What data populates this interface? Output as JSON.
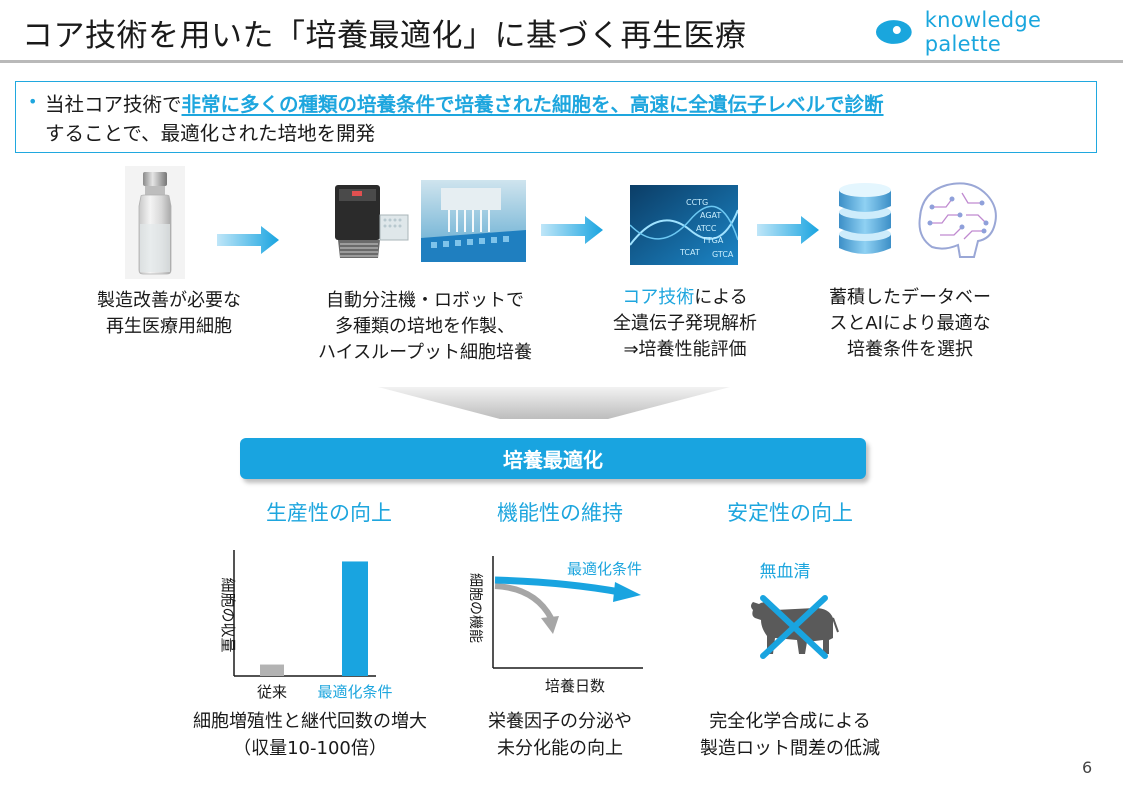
{
  "header": {
    "title": "コア技術を用いた「培養最適化」に基づく再生医療",
    "brand_name": "knowledge palette",
    "brand_color": "#1aa6dd"
  },
  "summary": {
    "bullet": "•",
    "seg1": "当社コア技術で",
    "seg2": "非常に多くの種類の培養条件で培養された細胞を、高速に全遺伝子レベルで診断",
    "seg3": "することで、最適化された培地を開発"
  },
  "process": {
    "step1": {
      "line1": "製造改善が必要な",
      "line2": "再生医療用細胞"
    },
    "step2": {
      "line1": "自動分注機・ロボットで",
      "line2": "多種類の培地を作製、",
      "line3": "ハイスループット細胞培養"
    },
    "step3": {
      "line1a": "コア技術",
      "line1b": "による",
      "line2": "全遺伝子発現解析",
      "line3": "⇒培養性能評価"
    },
    "step4": {
      "line1": "蓄積したデータベー",
      "line2": "スとAIにより最適な",
      "line3": "培養条件を選択"
    }
  },
  "banner": {
    "label": "培養最適化"
  },
  "benefits": [
    {
      "title": "生産性の向上",
      "line1": "細胞増殖性と継代回数の増大",
      "line2": "（収量10-100倍）"
    },
    {
      "title": "機能性の維持",
      "line1": "栄養因子の分泌や",
      "line2": "未分化能の向上"
    },
    {
      "title": "安定性の向上",
      "line1": "完全化学合成による",
      "line2": "製造ロット間差の低減"
    }
  ],
  "chart_data": [
    {
      "type": "bar",
      "categories": [
        "従来",
        "最適化条件"
      ],
      "values": [
        1,
        10
      ],
      "ylabel": "細胞の収量",
      "ylim": [
        0,
        11
      ],
      "colors": [
        "#b3b3b3",
        "#19a4e0"
      ]
    },
    {
      "type": "line",
      "xlabel": "培養日数",
      "ylabel": "細胞の機能",
      "series": [
        {
          "name": "最適化条件",
          "color": "#19a4e0"
        }
      ],
      "other_curve_color": "#a6a6a6"
    }
  ],
  "serum_free": {
    "label": "無血清",
    "icon": "cow-crossed-icon"
  },
  "page_number": "6",
  "colors": {
    "accent": "#1ea6de",
    "arrow": "#19a4e0",
    "rule": "#b9b9b9"
  }
}
